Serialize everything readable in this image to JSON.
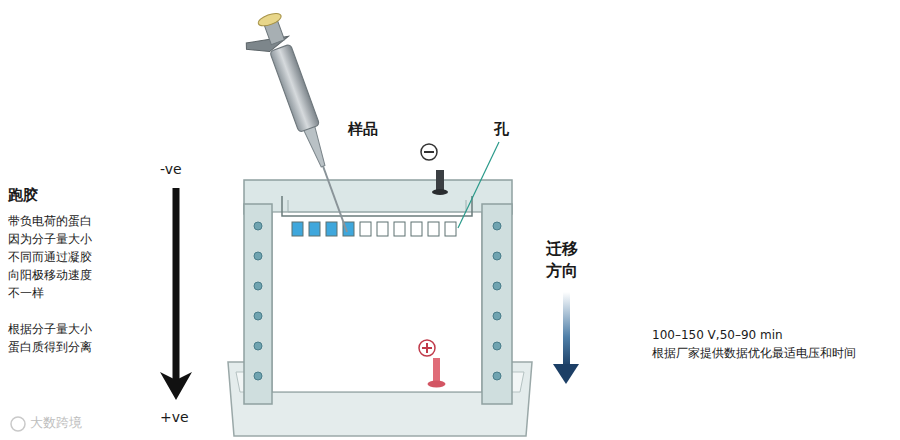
{
  "diagram": {
    "labels": [
      "跑胶",
      "带负电荷的蛋白 因为分子量大小 不同而通过凝胶 向阳极移动速度 不一样",
      "根据分子量大小 蛋白质得到分离",
      "-ve",
      "+ve",
      "样品",
      "孔",
      "迁移 方向",
      "100–150 V,50–90 min",
      "根据厂家提供数据优化最适电压和时间",
      "大数跨境"
    ]
  }
}
